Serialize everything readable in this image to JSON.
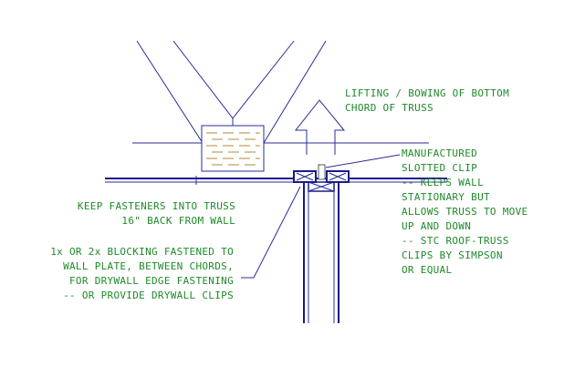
{
  "notes": {
    "lifting": [
      "LIFTING / BOWING OF BOTTOM",
      "CHORD OF TRUSS"
    ],
    "clip": [
      "MANUFACTURED",
      "SLOTTED CLIP",
      "-- KEEPS WALL",
      "STATIONARY BUT",
      "ALLOWS TRUSS TO MOVE",
      "UP AND DOWN",
      "-- STC ROOF-TRUSS",
      "CLIPS BY SIMPSON",
      "OR EQUAL"
    ],
    "fasteners": [
      "KEEP FASTENERS INTO TRUSS",
      "16\" BACK FROM WALL"
    ],
    "blocking": [
      "1x OR 2x BLOCKING FASTENED TO",
      "WALL PLATE, BETWEEN CHORDS,",
      "FOR DRYWALL EDGE FASTENING",
      "-- OR PROVIDE DRYWALL CLIPS"
    ]
  },
  "colors": {
    "text": "#1f8a2a",
    "lines": "#1a1a8c",
    "wood": "#b08a3a"
  }
}
